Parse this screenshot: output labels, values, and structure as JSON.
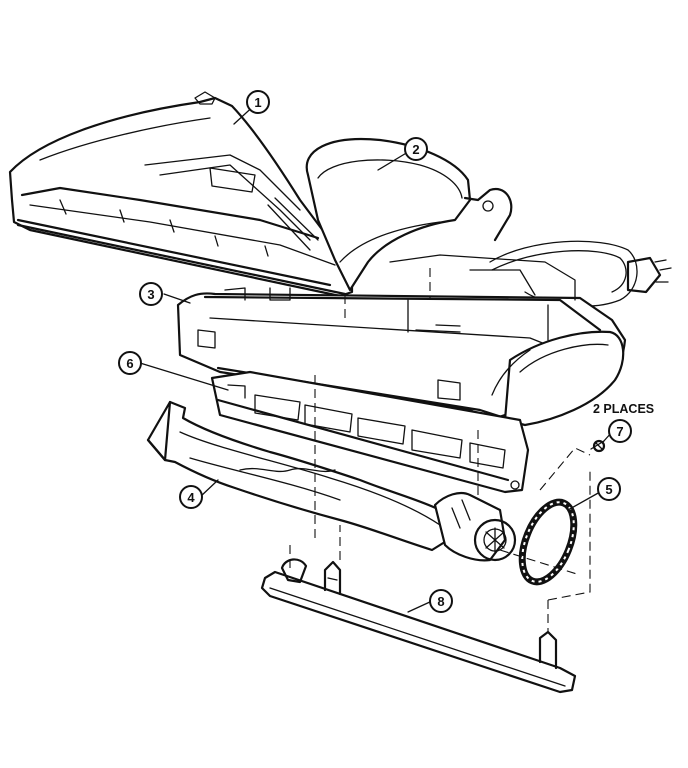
{
  "callouts": {
    "c1": "1",
    "c2": "2",
    "c3": "3",
    "c4": "4",
    "c5": "5",
    "c6": "6",
    "c7": "7",
    "c8": "8"
  },
  "notes": {
    "places": "2 PLACES"
  }
}
